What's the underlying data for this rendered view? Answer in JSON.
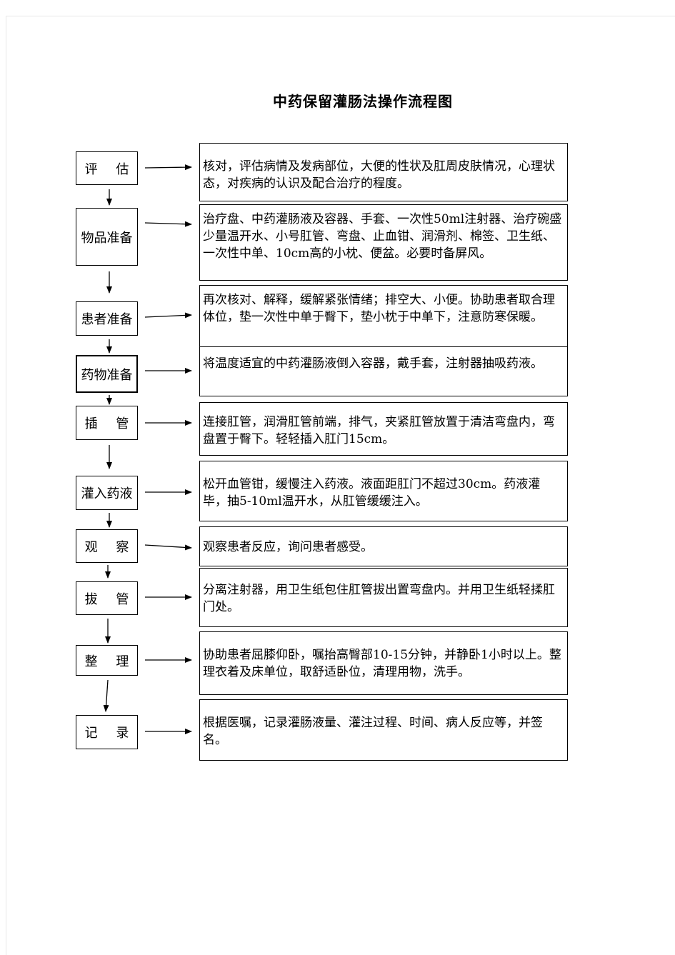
{
  "title": "中药保留灌肠法操作流程图",
  "steps": [
    {
      "label": "评 估",
      "description": "核对，评估病情及发病部位，大便的性状及肛周皮肤情况，心理状态，对疾病的认识及配合治疗的程度。"
    },
    {
      "label": "物品准备",
      "description": "治疗盘、中药灌肠液及容器、手套、一次性50ml注射器、治疗碗盛少量温开水、小号肛管、弯盘、止血钳、润滑剂、棉签、卫生纸、一次性中单、10cm高的小枕、便盆。必要时备屏风。"
    },
    {
      "label": "患者准备",
      "description": "再次核对、解释，缓解紧张情绪；排空大、小便。协助患者取合理体位，垫一次性中单于臀下，垫小枕于中单下，注意防寒保暖。"
    },
    {
      "label": "药物准备",
      "description": "将温度适宜的中药灌肠液倒入容器，戴手套，注射器抽吸药液。"
    },
    {
      "label": "插 管",
      "description": "连接肛管，润滑肛管前端，排气，夹紧肛管放置于清洁弯盘内，弯盘置于臀下。轻轻插入肛门15cm。"
    },
    {
      "label": "灌入药液",
      "description": "松开血管钳，缓慢注入药液。液面距肛门不超过30cm。药液灌毕，抽5-10ml温开水，从肛管缓缓注入。"
    },
    {
      "label": "观 察",
      "description": "观察患者反应，询问患者感受。"
    },
    {
      "label": "拔 管",
      "description": "分离注射器，用卫生纸包住肛管拔出置弯盘内。并用卫生纸轻揉肛门处。"
    },
    {
      "label": "整 理",
      "description": " 协助患者屈膝仰卧，嘱抬高臀部10-15分钟，并静卧1小时以上。整理衣着及床单位，取舒适卧位，清理用物，洗手。"
    },
    {
      "label": "记 录",
      "description": "根据医嘱，记录灌肠液量、灌注过程、时间、病人反应等，并签名。"
    }
  ]
}
